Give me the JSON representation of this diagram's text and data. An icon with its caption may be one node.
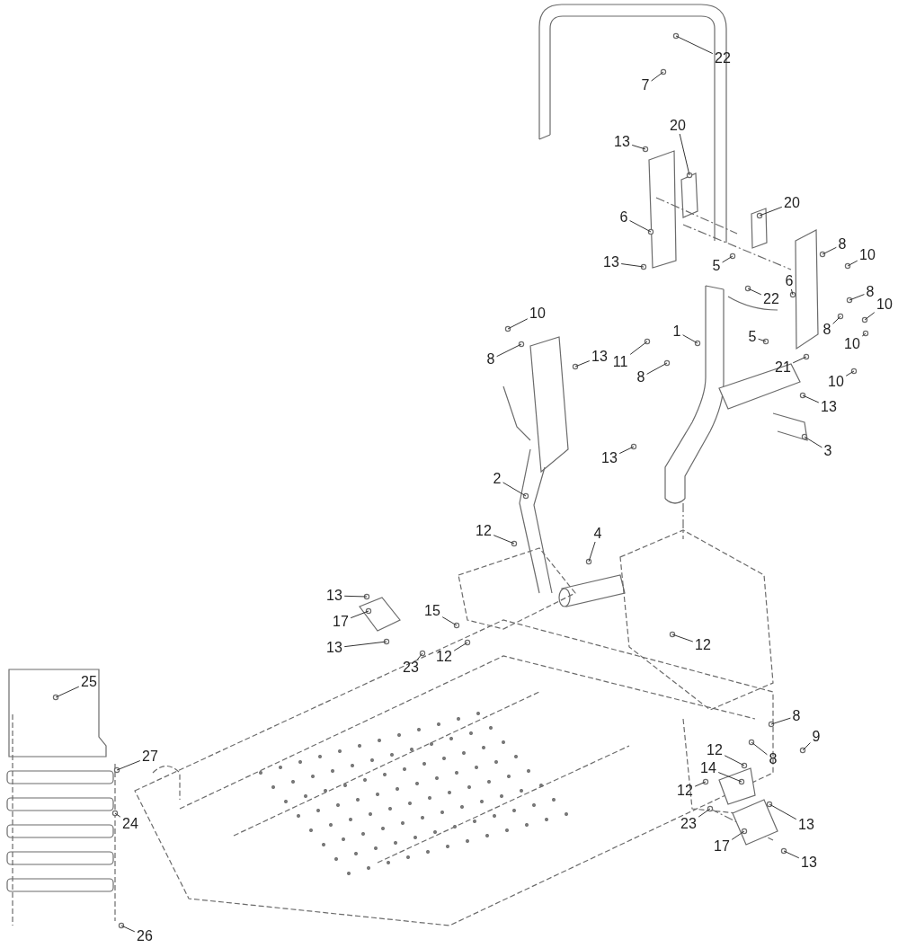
{
  "diagram": {
    "nodes": [
      {
        "text": [
          "22"
        ]
      },
      {
        "text": [
          "7"
        ]
      },
      {
        "text": [
          "20"
        ]
      },
      {
        "text": [
          "13"
        ]
      },
      {
        "text": [
          "20"
        ]
      },
      {
        "text": [
          "6"
        ]
      },
      {
        "text": [
          "8"
        ]
      },
      {
        "text": [
          "10"
        ]
      },
      {
        "text": [
          "13"
        ]
      },
      {
        "text": [
          "5"
        ]
      },
      {
        "text": [
          "6"
        ]
      },
      {
        "text": [
          "8"
        ]
      },
      {
        "text": [
          "22"
        ]
      },
      {
        "text": [
          "10"
        ]
      },
      {
        "text": [
          "10"
        ]
      },
      {
        "text": [
          "8"
        ]
      },
      {
        "text": [
          "1"
        ]
      },
      {
        "text": [
          "5"
        ]
      },
      {
        "text": [
          "10"
        ]
      },
      {
        "text": [
          "8"
        ]
      },
      {
        "text": [
          "13"
        ]
      },
      {
        "text": [
          "11"
        ]
      },
      {
        "text": [
          "21"
        ]
      },
      {
        "text": [
          "8"
        ]
      },
      {
        "text": [
          "10"
        ]
      },
      {
        "text": [
          "13"
        ]
      },
      {
        "text": [
          "3"
        ]
      },
      {
        "text": [
          "13"
        ]
      },
      {
        "text": [
          "2"
        ]
      },
      {
        "text": [
          "12"
        ]
      },
      {
        "text": [
          "4"
        ]
      },
      {
        "text": [
          "13"
        ]
      },
      {
        "text": [
          "15"
        ]
      },
      {
        "text": [
          "17"
        ]
      },
      {
        "text": [
          "13"
        ]
      },
      {
        "text": [
          "12"
        ]
      },
      {
        "text": [
          "12"
        ]
      },
      {
        "text": [
          "23"
        ]
      },
      {
        "text": [
          "25"
        ]
      },
      {
        "text": [
          "8"
        ]
      },
      {
        "text": [
          "9"
        ]
      },
      {
        "text": [
          "12"
        ]
      },
      {
        "text": [
          "27"
        ]
      },
      {
        "text": [
          "8"
        ]
      },
      {
        "text": [
          "14"
        ]
      },
      {
        "text": [
          "12"
        ]
      },
      {
        "text": [
          "24"
        ]
      },
      {
        "text": [
          "23"
        ]
      },
      {
        "text": [
          "13"
        ]
      },
      {
        "text": [
          "17"
        ]
      },
      {
        "text": [
          "13"
        ]
      },
      {
        "text": [
          "26"
        ]
      }
    ],
    "edges": [
      {
        "from": 0,
        "to": null,
        "arrow": "none"
      },
      {
        "from": 1,
        "to": null,
        "arrow": "none"
      },
      {
        "from": 2,
        "to": null,
        "arrow": "none"
      },
      {
        "from": 3,
        "to": null,
        "arrow": "none"
      },
      {
        "from": 4,
        "to": null,
        "arrow": "none"
      },
      {
        "from": 5,
        "to": null,
        "arrow": "none"
      },
      {
        "from": 6,
        "to": null,
        "arrow": "none"
      },
      {
        "from": 7,
        "to": null,
        "arrow": "none"
      },
      {
        "from": 8,
        "to": null,
        "arrow": "none"
      },
      {
        "from": 9,
        "to": null,
        "arrow": "none"
      },
      {
        "from": 10,
        "to": null,
        "arrow": "none"
      },
      {
        "from": 11,
        "to": null,
        "arrow": "none"
      },
      {
        "from": 12,
        "to": null,
        "arrow": "none"
      },
      {
        "from": 13,
        "to": null,
        "arrow": "none"
      },
      {
        "from": 14,
        "to": null,
        "arrow": "none"
      },
      {
        "from": 15,
        "to": null,
        "arrow": "none"
      },
      {
        "from": 16,
        "to": null,
        "arrow": "none"
      },
      {
        "from": 17,
        "to": null,
        "arrow": "none"
      },
      {
        "from": 18,
        "to": null,
        "arrow": "none"
      },
      {
        "from": 19,
        "to": null,
        "arrow": "none"
      },
      {
        "from": 20,
        "to": null,
        "arrow": "none"
      },
      {
        "from": 21,
        "to": null,
        "arrow": "none"
      },
      {
        "from": 22,
        "to": null,
        "arrow": "none"
      },
      {
        "from": 23,
        "to": null,
        "arrow": "none"
      },
      {
        "from": 24,
        "to": null,
        "arrow": "none"
      },
      {
        "from": 25,
        "to": null,
        "arrow": "none"
      },
      {
        "from": 26,
        "to": null,
        "arrow": "none"
      },
      {
        "from": 27,
        "to": null,
        "arrow": "none"
      },
      {
        "from": 28,
        "to": null,
        "arrow": "none"
      },
      {
        "from": 29,
        "to": null,
        "arrow": "none"
      },
      {
        "from": 30,
        "to": null,
        "arrow": "none"
      },
      {
        "from": 31,
        "to": null,
        "arrow": "none"
      },
      {
        "from": 32,
        "to": null,
        "arrow": "none"
      },
      {
        "from": 33,
        "to": null,
        "arrow": "none"
      },
      {
        "from": 34,
        "to": null,
        "arrow": "none"
      },
      {
        "from": 35,
        "to": null,
        "arrow": "none"
      },
      {
        "from": 36,
        "to": null,
        "arrow": "none"
      },
      {
        "from": 37,
        "to": null,
        "arrow": "none"
      },
      {
        "from": 38,
        "to": null,
        "arrow": "none"
      },
      {
        "from": 39,
        "to": null,
        "arrow": "none"
      },
      {
        "from": 40,
        "to": null,
        "arrow": "none"
      },
      {
        "from": 41,
        "to": null,
        "arrow": "none"
      },
      {
        "from": 42,
        "to": null,
        "arrow": "none"
      },
      {
        "from": 43,
        "to": null,
        "arrow": "none"
      },
      {
        "from": 44,
        "to": null,
        "arrow": "none"
      },
      {
        "from": 45,
        "to": null,
        "arrow": "none"
      },
      {
        "from": 46,
        "to": null,
        "arrow": "none"
      },
      {
        "from": 47,
        "to": null,
        "arrow": "none"
      },
      {
        "from": 48,
        "to": null,
        "arrow": "none"
      },
      {
        "from": 49,
        "to": null,
        "arrow": "none"
      },
      {
        "from": 50,
        "to": null,
        "arrow": "none"
      },
      {
        "from": 51,
        "to": null,
        "arrow": "none"
      }
    ]
  }
}
